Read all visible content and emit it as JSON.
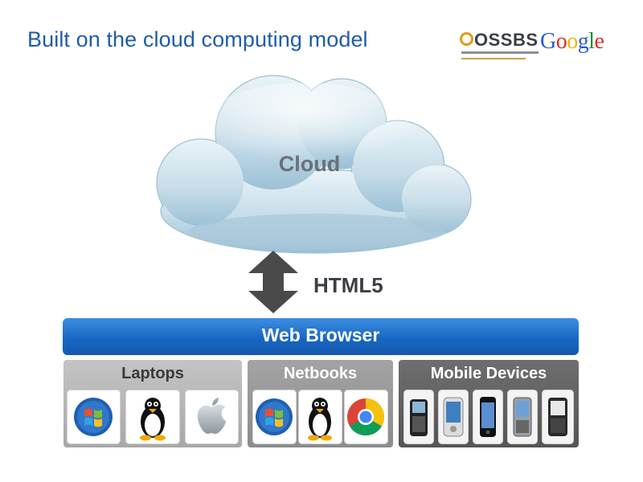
{
  "slide": {
    "title": "Built on the cloud computing model"
  },
  "logos": {
    "ossbs": "OSSBS",
    "google": "Google"
  },
  "diagram": {
    "cloud_label": "Cloud",
    "link_label": "HTML5",
    "browser_label": "Web Browser",
    "groups": [
      {
        "label": "Laptops",
        "icons": [
          "windows-icon",
          "linux-tux-icon",
          "apple-icon"
        ]
      },
      {
        "label": "Netbooks",
        "icons": [
          "windows-icon",
          "linux-tux-icon",
          "chrome-icon"
        ]
      },
      {
        "label": "Mobile Devices",
        "icons": [
          "blackberry-phone-icon",
          "android-phone-icon",
          "iphone-icon",
          "windows-mobile-phone-icon",
          "symbian-phone-icon"
        ]
      }
    ]
  },
  "colors": {
    "title": "#1f5da8",
    "browser_bar": "#1867c4",
    "cloud": "#c9e0ec"
  }
}
